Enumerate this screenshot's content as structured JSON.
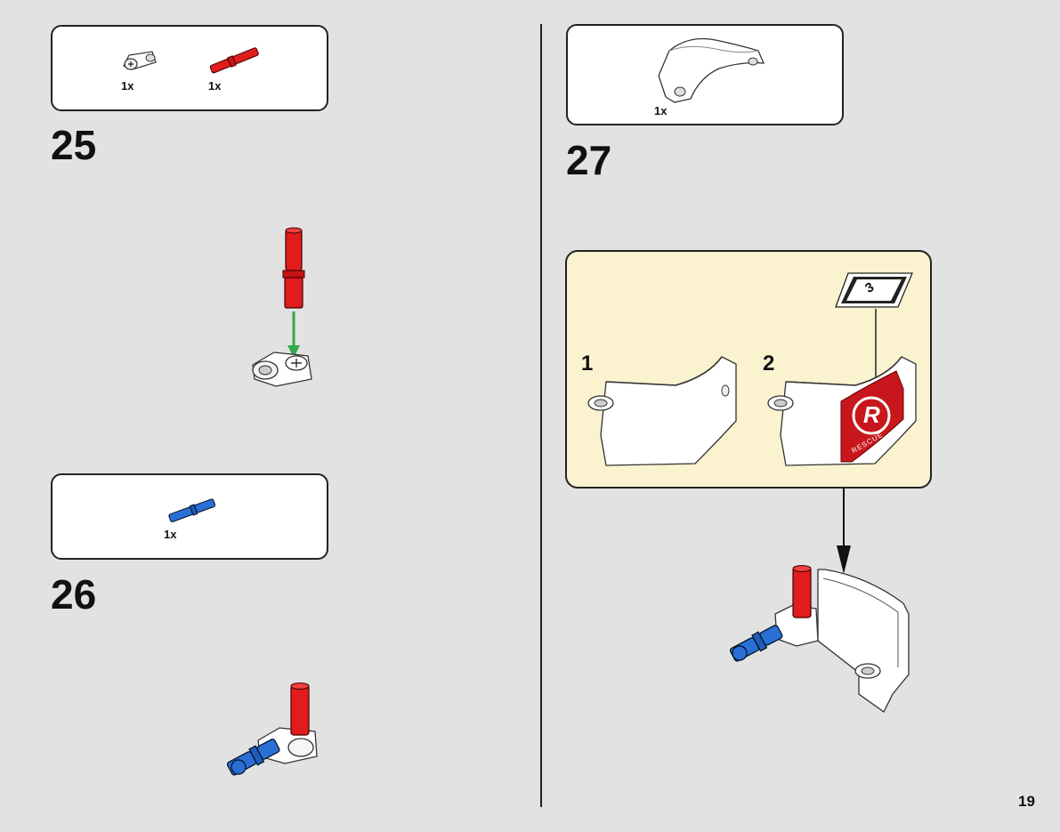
{
  "steps": [
    {
      "number": "25",
      "parts": [
        {
          "name": "pin connector",
          "qty": "1x"
        },
        {
          "name": "red axle pin",
          "qty": "1x"
        }
      ]
    },
    {
      "number": "26",
      "parts": [
        {
          "name": "blue pin",
          "qty": "1x"
        }
      ]
    },
    {
      "number": "27",
      "parts": [
        {
          "name": "white curved panel",
          "qty": "1x"
        }
      ]
    }
  ],
  "subassembly": {
    "substeps": [
      "1",
      "2"
    ],
    "sticker_number": "3",
    "sticker_text": "RESCUE",
    "sticker_logo": "R"
  },
  "page_number": "19",
  "colors": {
    "background": "#e2e2e2",
    "subassembly_bg": "#fbf2cf",
    "red": "#e01c1c",
    "blue": "#2a6fd6",
    "arrow_green": "#2eaa4a"
  }
}
